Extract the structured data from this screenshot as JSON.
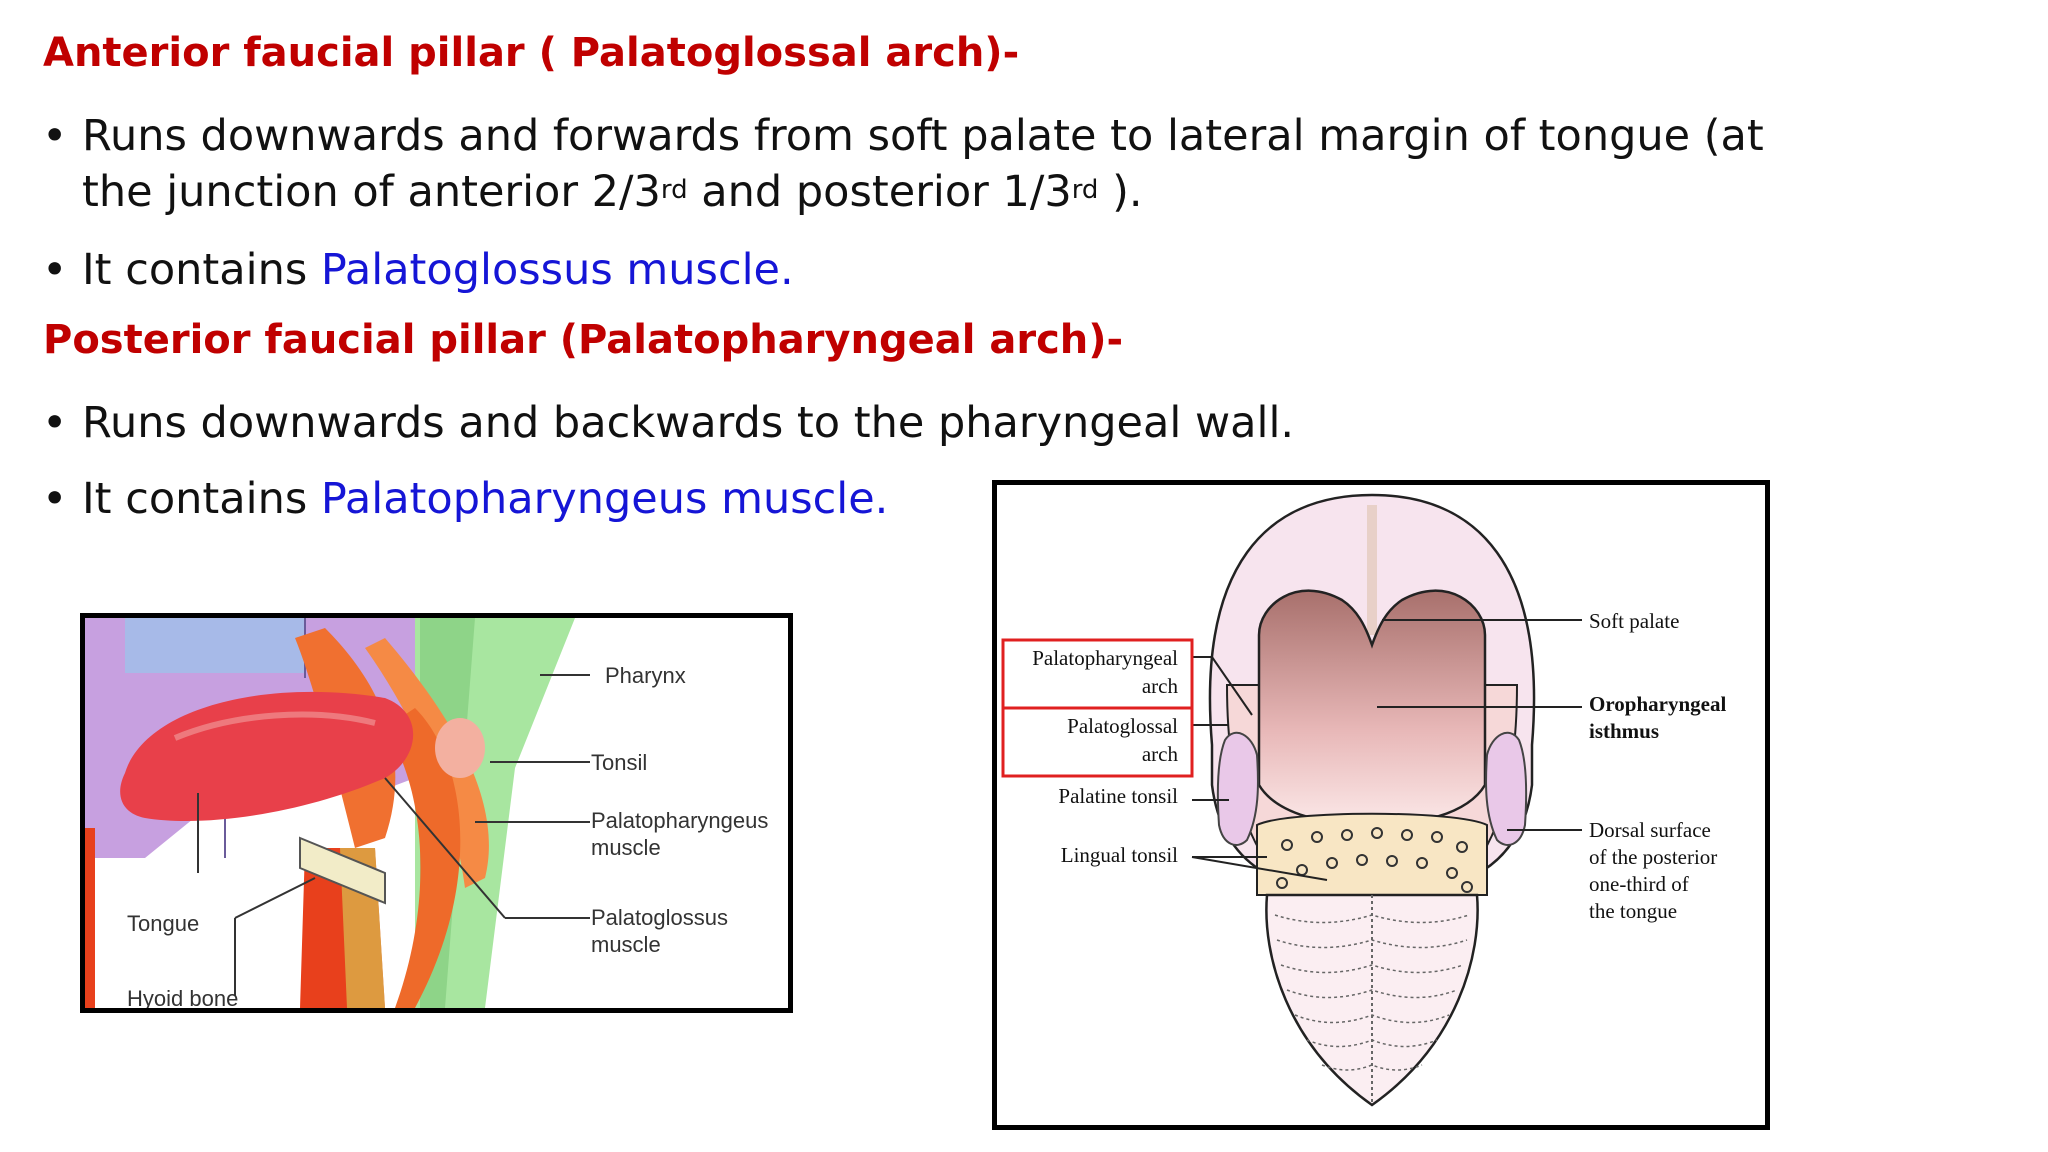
{
  "heading1": "Anterior faucial pillar ( Palatoglossal arch)-",
  "b1": {
    "line1": "Runs downwards and forwards from soft palate to lateral margin of tongue (at",
    "l2a": "the junction of anterior 2/3",
    "sup1": "rd",
    "l2b": " and posterior 1/3",
    "sup2": "rd",
    "l2c": " )."
  },
  "b2": {
    "pre": "It contains ",
    "hl": "Palatoglossus muscle."
  },
  "heading2": "Posterior faucial pillar (Palatopharyngeal arch)-",
  "b3": "Runs downwards and backwards to the pharyngeal wall.",
  "b4": {
    "pre": "It contains ",
    "hl": "Palatopharyngeus muscle."
  },
  "bullet_symbol": "•",
  "fig1": {
    "pharynx": "Pharynx",
    "tonsil": "Tonsil",
    "ppm1": "Palatopharyngeus",
    "ppm2": "muscle",
    "pgm1": "Palatoglossus",
    "pgm2": "muscle",
    "tongue": "Tongue",
    "hyoid": "Hyoid  bone"
  },
  "fig2": {
    "softpalate": "Soft palate",
    "oro1": "Oropharyngeal",
    "oro2": "isthmus",
    "pp1": "Palatopharyngeal",
    "pp2": "arch",
    "pg1": "Palatoglossal",
    "pg2": "arch",
    "palatine": "Palatine tonsil",
    "lingual": "Lingual tonsil",
    "d1": "Dorsal surface",
    "d2": "of the posterior",
    "d3": "one-third of",
    "d4": "the tongue"
  },
  "colors": {
    "heading": "#c00000",
    "highlight": "#1515d6",
    "box": "#e02020"
  }
}
